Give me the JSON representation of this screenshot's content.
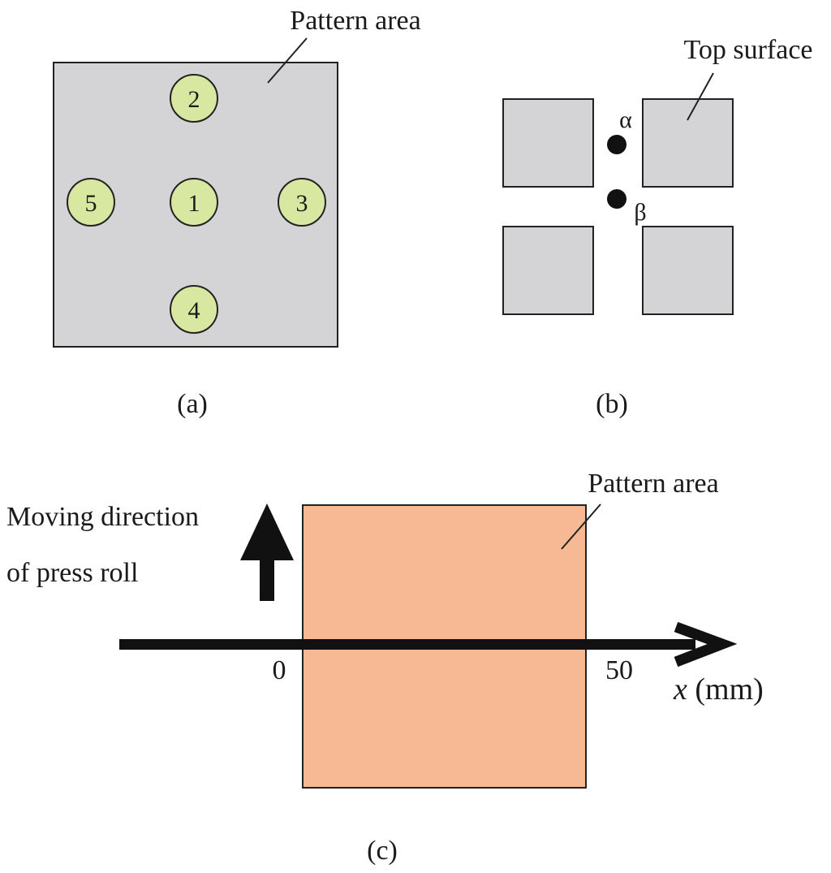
{
  "panel_a": {
    "caption": "(a)",
    "label": "Pattern area",
    "points": [
      "2",
      "5",
      "1",
      "3",
      "4"
    ]
  },
  "panel_b": {
    "caption": "(b)",
    "label": "Top surface",
    "point_alpha": "α",
    "point_beta": "β"
  },
  "panel_c": {
    "caption": "(c)",
    "label": "Pattern area",
    "direction_line1": "Moving direction",
    "direction_line2": "of press roll",
    "tick_start": "0",
    "tick_end": "50",
    "axis_var": "x",
    "axis_unit": " (mm)"
  },
  "colors": {
    "gray_fill": "#d4d4d6",
    "point_fill": "#d9e8a0",
    "pattern_fill": "#f7b993",
    "stroke": "#222222"
  }
}
